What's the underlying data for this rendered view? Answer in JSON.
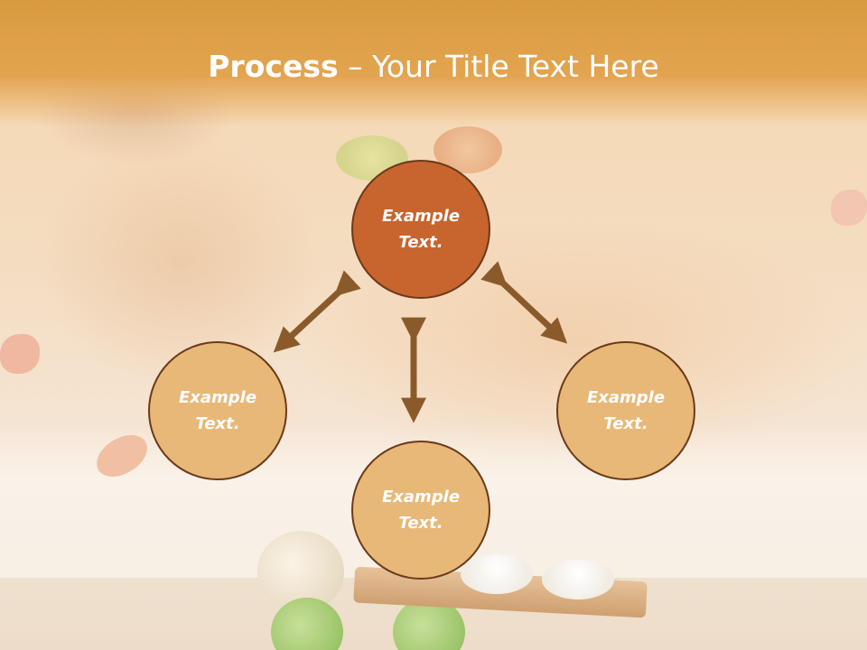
{
  "title": {
    "bold": "Process",
    "rest": " – Your Title Text Here"
  },
  "diagram": {
    "nodes": [
      {
        "id": "top",
        "text": "Example Text."
      },
      {
        "id": "left",
        "text": "Example Text."
      },
      {
        "id": "right",
        "text": "Example Text."
      },
      {
        "id": "bottom",
        "text": "Example Text."
      }
    ]
  },
  "colors": {
    "header": "#dc9c44",
    "top_node": "#c8642e",
    "other_nodes": "#e8b878",
    "arrows": "#8b5a2b",
    "node_border": "#6b3a1a"
  }
}
